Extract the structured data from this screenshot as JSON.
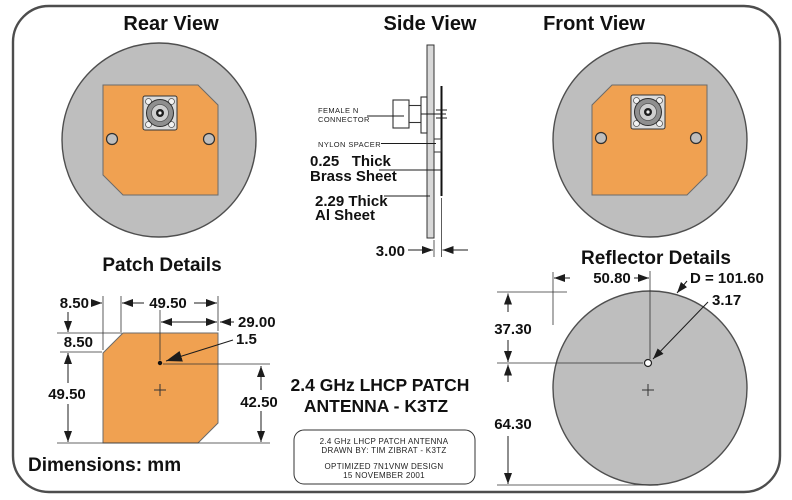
{
  "colors": {
    "patch_orange": "#F0A151",
    "reflector_gray": "#BEBEBE",
    "line_black": "#1c1c1c",
    "frame_gray": "#4d4d4d",
    "background": "#ffffff"
  },
  "views": {
    "rear": {
      "title": "Rear View"
    },
    "side": {
      "title": "Side View",
      "labels": {
        "female_n_1": "FEMALE N",
        "female_n_2": "CONNECTOR",
        "nylon": "NYLON SPACER",
        "brass_1": "0.25   Thick",
        "brass_2": "Brass Sheet",
        "al_1": "2.29 Thick",
        "al_2": "Al Sheet",
        "gap": "3.00"
      }
    },
    "front": {
      "title": "Front View"
    },
    "patch_details": {
      "title": "Patch Details",
      "dims": {
        "cut_w": "8.50",
        "top_w": "49.50",
        "feed_x": "29.00",
        "feed_dia": "1.5",
        "cut_h": "8.50",
        "left_h": "49.50",
        "feed_bottom": "42.50"
      }
    },
    "reflector_details": {
      "title": "Reflector Details",
      "dims": {
        "radius": "50.80",
        "diameter": "D = 101.60",
        "hole_dia": "3.17",
        "top_offset": "37.30",
        "bottom_offset": "64.30"
      }
    }
  },
  "center": {
    "line1": "2.4 GHz LHCP PATCH",
    "line2": "ANTENNA - K3TZ"
  },
  "title_block": {
    "line1": "2.4 GHz LHCP PATCH ANTENNA",
    "line2": "DRAWN BY: TIM ZIBRAT - K3TZ",
    "line3": "OPTIMIZED 7N1VNW DESIGN",
    "line4": "15 NOVEMBER 2001"
  },
  "units_note": "Dimensions: mm"
}
